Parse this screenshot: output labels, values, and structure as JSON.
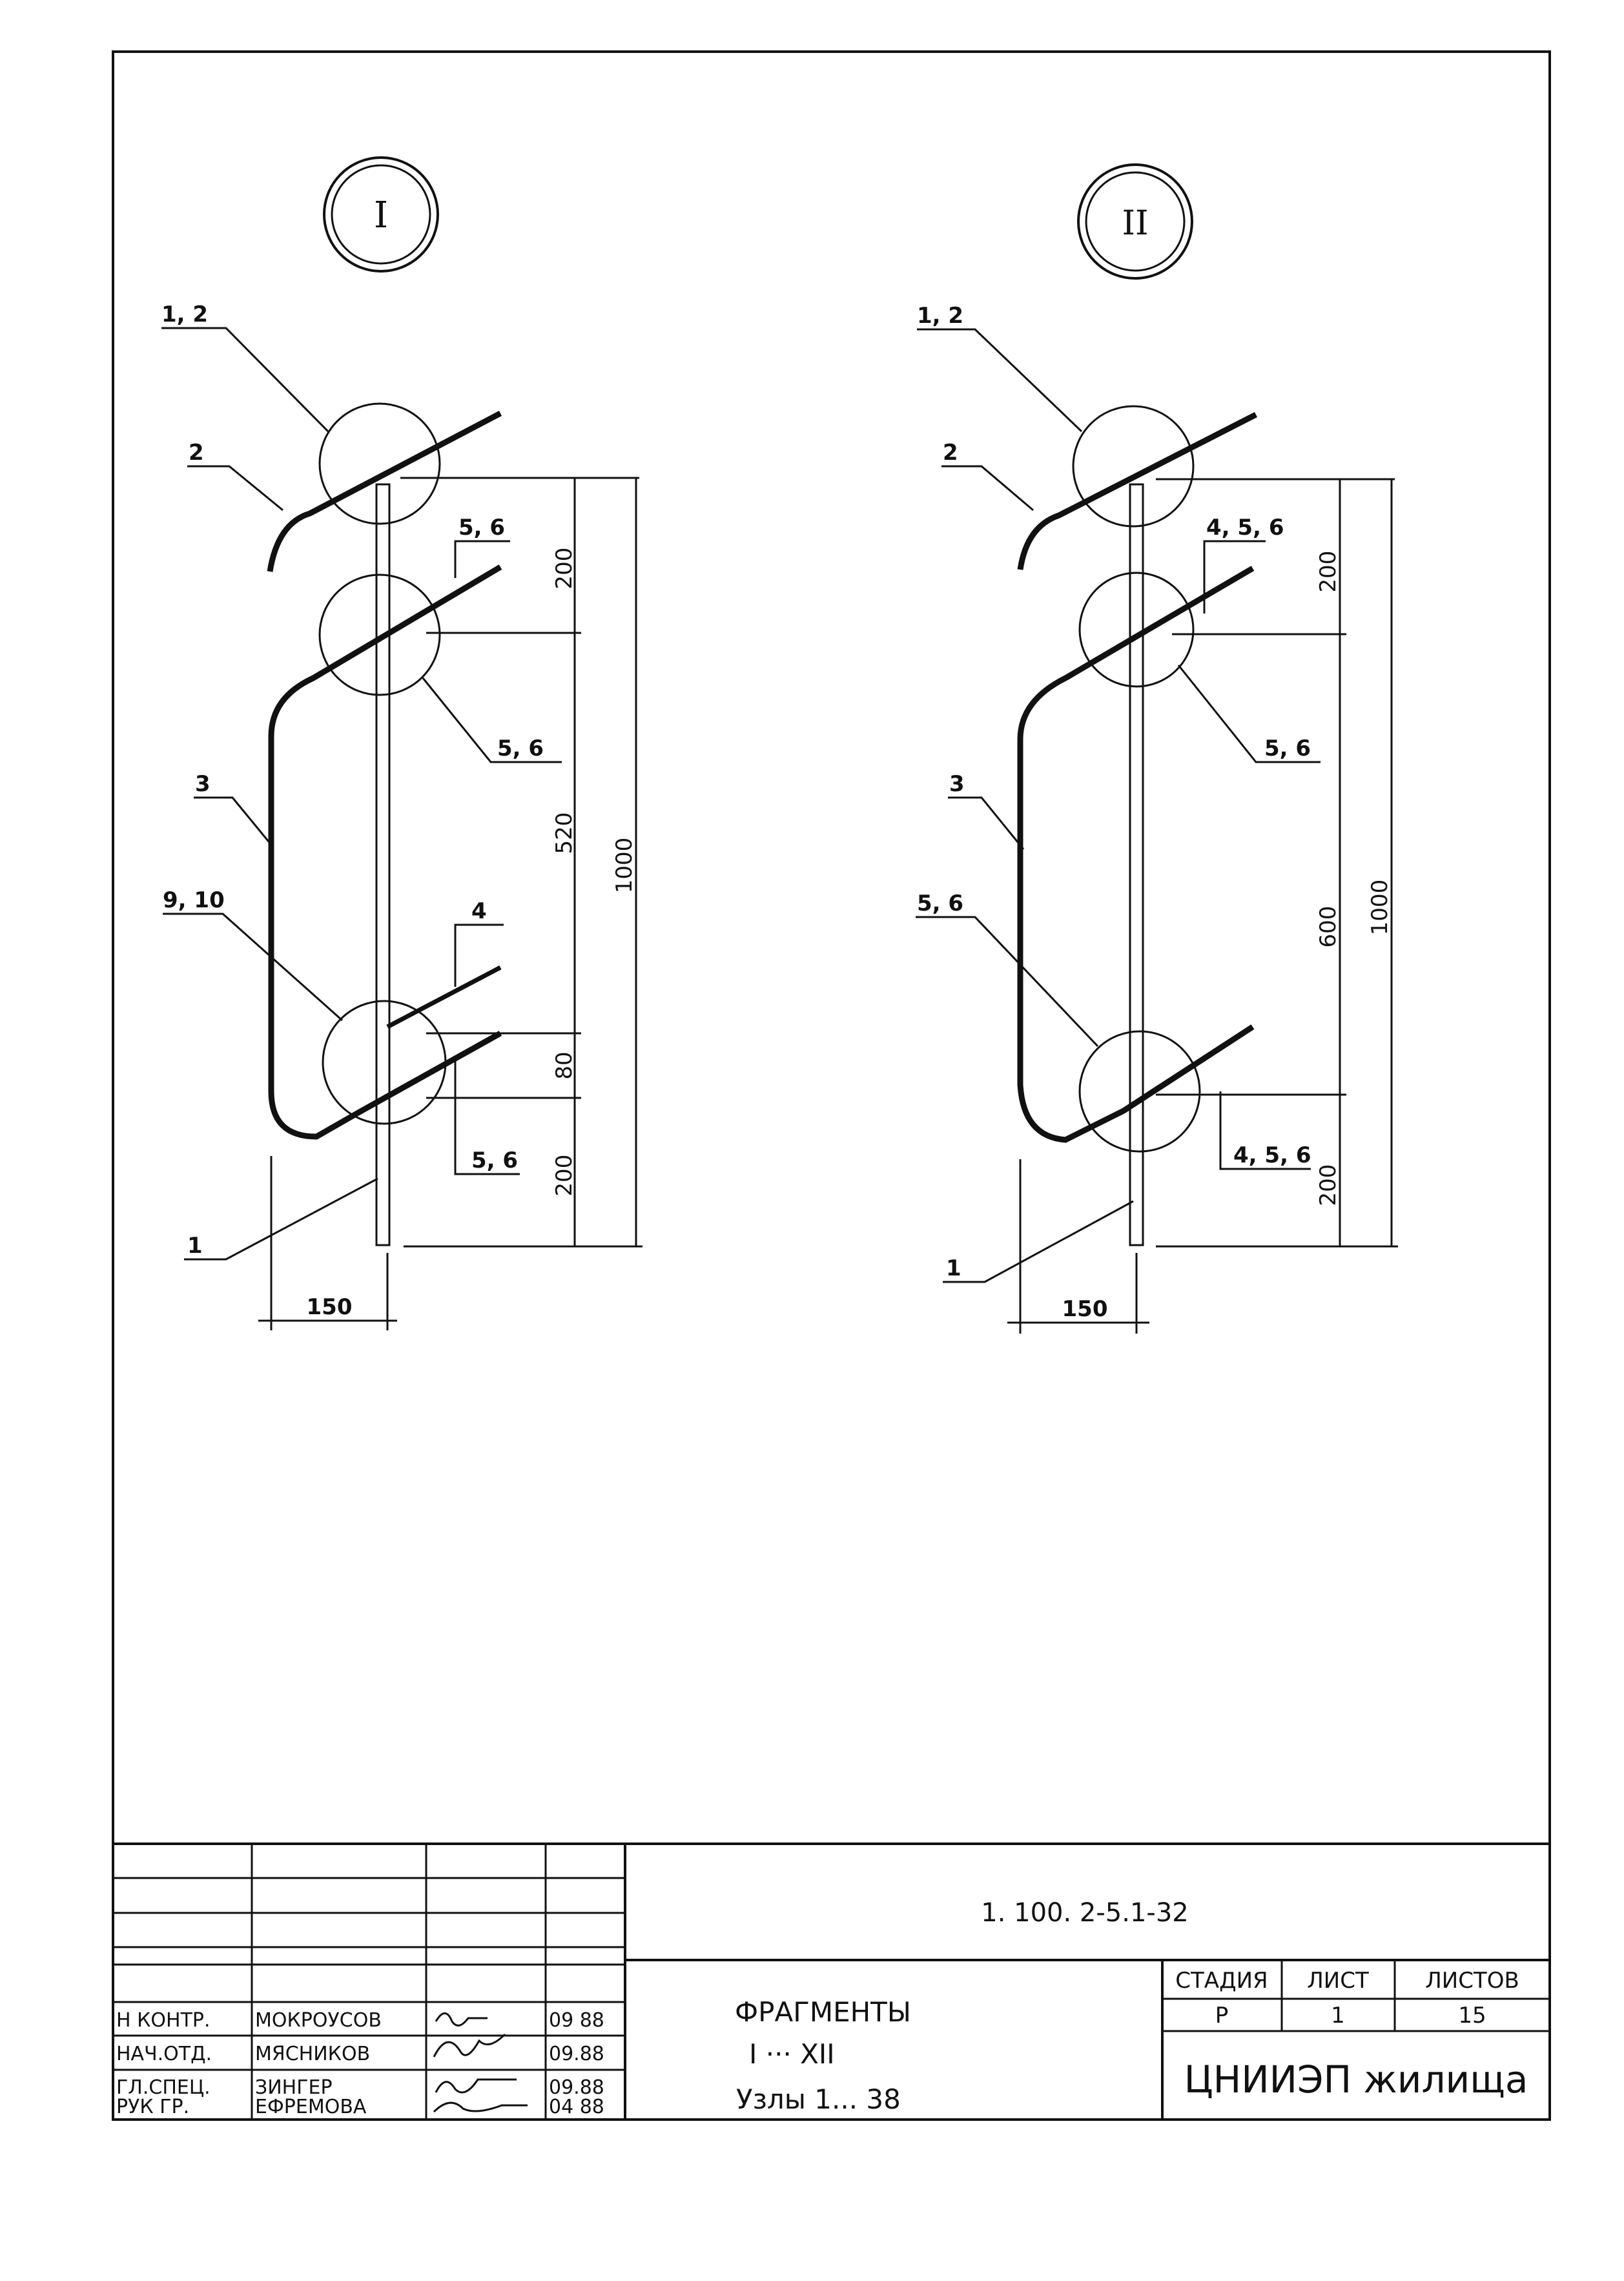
{
  "sheet": {
    "designation": "1. 100. 2-5.1-32",
    "title": [
      "ФРАГМЕНТЫ",
      "I ··· XII",
      "Узлы 1... 38"
    ],
    "organization": "ЦНИИЭП жилища",
    "stage_header": {
      "stage": "СТАДИЯ",
      "sheet": "ЛИСТ",
      "sheets": "ЛИСТОВ"
    },
    "stage_values": {
      "stage": "Р",
      "sheet": "1",
      "sheets": "15"
    },
    "signatures": [
      {
        "role": "Н КОНТР.",
        "name": "МОКРОУСОВ",
        "date": "09 88"
      },
      {
        "role": "НАЧ.ОТД.",
        "name": "МЯСНИКОВ",
        "date": "09.88"
      },
      {
        "role": "ГЛ.СПЕЦ.",
        "name": "ЗИНГЕР",
        "date": "09.88"
      },
      {
        "role": "РУК ГР.",
        "name": "ЕФРЕМОВА",
        "date": "04 88"
      }
    ]
  },
  "fragments": [
    {
      "id": "I",
      "labels": {
        "top": "1, 2",
        "rail": "2",
        "mid_up": "5, 6",
        "mid_down": "5, 6",
        "loop": "3",
        "lower_up": "9, 10",
        "lower_right": "4",
        "lower_down": "5, 6",
        "post": "1"
      },
      "dims": {
        "top": "200",
        "mid": "520",
        "small": "80",
        "bottom": "200",
        "total": "1000",
        "width": "150"
      }
    },
    {
      "id": "II",
      "labels": {
        "top": "1, 2",
        "rail": "2",
        "mid_up": "4, 5, 6",
        "mid_down": "5, 6",
        "loop": "3",
        "lower_up": "5, 6",
        "lower_down": "4, 5, 6",
        "post": "1"
      },
      "dims": {
        "top": "200",
        "mid": "600",
        "bottom": "200",
        "total": "1000",
        "width": "150"
      }
    }
  ]
}
